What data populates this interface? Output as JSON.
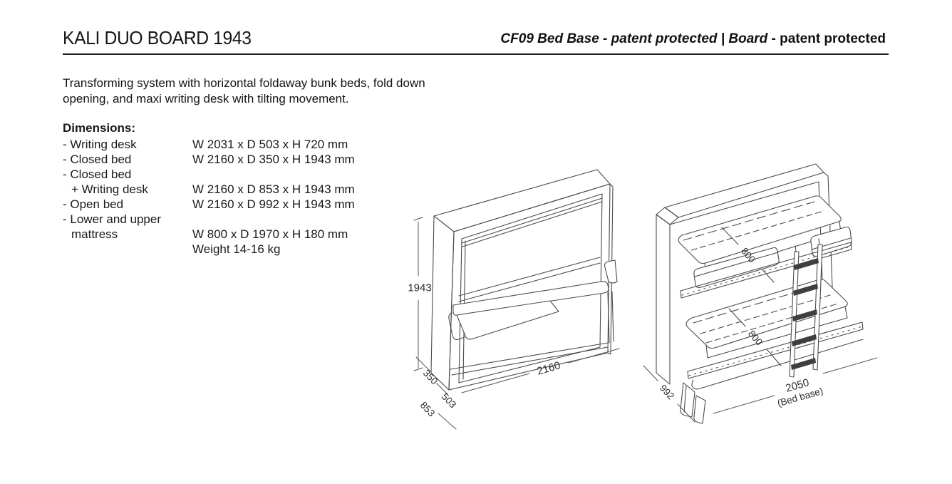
{
  "header": {
    "title": "KALI DUO BOARD 1943",
    "right_italic": "CF09 Bed Base - patent protected | Board",
    "right_bold": " - patent protected"
  },
  "description": {
    "line1": "Transforming system with horizontal foldaway bunk beds, fold down",
    "line2": "opening, and maxi writing desk with tilting movement."
  },
  "specs": {
    "heading": "Dimensions:",
    "rows": [
      {
        "label": "- Writing desk",
        "value": "W 2031 x D 503 x H 720 mm"
      },
      {
        "label": "- Closed bed",
        "value": "W 2160 x D 350 x H 1943 mm"
      },
      {
        "label": "- Closed bed",
        "value": ""
      },
      {
        "label": "+ Writing desk",
        "value": "W 2160 x D 853 x H 1943 mm"
      },
      {
        "label": "- Open bed",
        "value": "W 2160 x D 992 x H 1943 mm"
      },
      {
        "label": "- Lower and upper",
        "value": ""
      },
      {
        "label": "mattress",
        "value": "W 800 x D 1970 x H 180 mm"
      },
      {
        "label": "",
        "value": "Weight 14-16 kg"
      }
    ]
  },
  "drawing_closed": {
    "height_label": "1943",
    "width_label": "2160",
    "depth_bed": "350",
    "depth_desk": "503",
    "depth_total": "853"
  },
  "drawing_open": {
    "mattress_top": "800",
    "mattress_bottom": "800",
    "depth_label": "992",
    "base_width": "2050",
    "base_note": "(Bed base)"
  },
  "colors": {
    "line": "#4b4b4b",
    "ink": "#1a1a1a"
  }
}
